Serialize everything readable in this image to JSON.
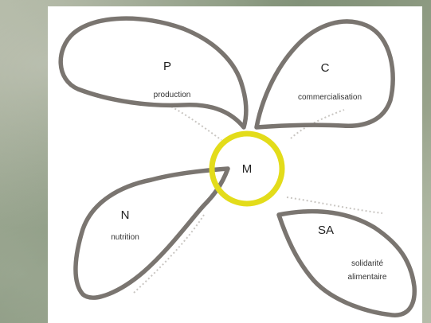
{
  "diagram": {
    "center": {
      "letter": "M"
    },
    "petals": [
      {
        "letter": "P",
        "label": "production"
      },
      {
        "letter": "C",
        "label": "commercialisation"
      },
      {
        "letter": "N",
        "label": "nutrition"
      },
      {
        "letter": "SA",
        "label_line1": "solidarité",
        "label_line2": "alimentaire"
      }
    ],
    "colors": {
      "petal_outline": "#7a7570",
      "center_ring": "#e3dc1a",
      "card_background": "#ffffff"
    }
  }
}
